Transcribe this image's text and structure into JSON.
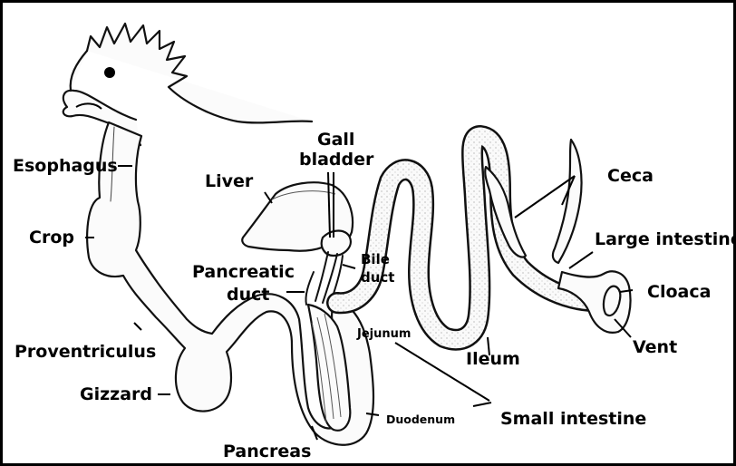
{
  "labels": {
    "esophagus": "Esophagus",
    "crop": "Crop",
    "proventriculus": "Proventriculus",
    "gizzard": "Gizzard",
    "pancreas": "Pancreas",
    "gall_bladder_line1": "Gall",
    "gall_bladder_line2": "bladder",
    "liver": "Liver",
    "pancreatic_duct_line1": "Pancreatic",
    "pancreatic_duct_line2": "duct",
    "bile_duct_line1": "Bile",
    "bile_duct_line2": "duct",
    "jejunum": "Jejunum",
    "duodenum": "Duodenum",
    "ileum": "Ileum",
    "small_intestine": "Small intestine",
    "ceca": "Ceca",
    "large_intestine": "Large intestine",
    "cloaca": "Cloaca",
    "vent": "Vent"
  }
}
